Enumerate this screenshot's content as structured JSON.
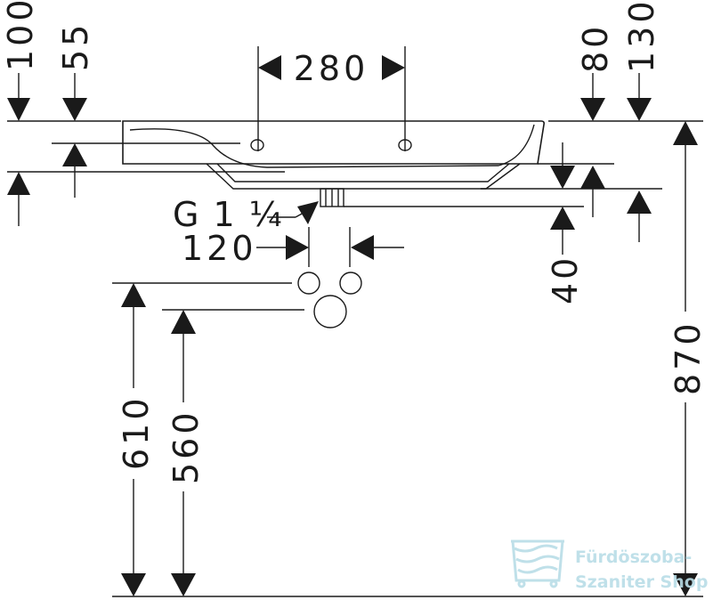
{
  "drawing": {
    "labels": {
      "d100": "100",
      "d55": "55",
      "d280": "280",
      "d80": "80",
      "d130": "130",
      "thread": "G 1 ¼",
      "d120": "120",
      "d40": "40",
      "d870": "870",
      "d610": "610",
      "d560": "560"
    }
  },
  "watermark": {
    "line1": "Fürdöszoba-",
    "line2": "Szaniter Shop"
  }
}
